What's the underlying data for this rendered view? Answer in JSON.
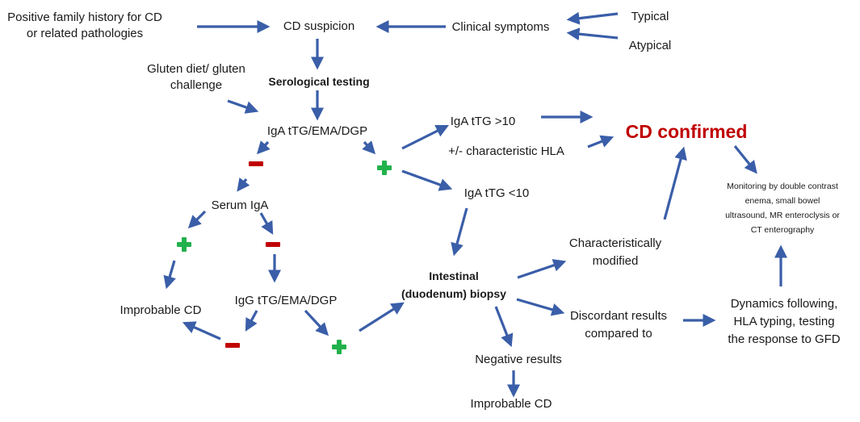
{
  "nodes": {
    "family_history": [
      "Positive family history for CD",
      "or related pathologies"
    ],
    "cd_suspicion": "CD suspicion",
    "clinical_symptoms": "Clinical symptoms",
    "typical": "Typical",
    "atypical": "Atypical",
    "gluten_diet": [
      "Gluten diet/  gluten",
      "challenge"
    ],
    "serological_testing": "Serological testing",
    "iga_ttg_ema_dgp": "IgA tTG/EMA/DGP",
    "iga_ttg_high": "IgA tTG >10",
    "characteristic_hla": "+/- characteristic HLA",
    "cd_confirmed": "CD confirmed",
    "iga_ttg_low": "IgA tTG <10",
    "serum_iga": "Serum IgA",
    "improbable_cd_left": "Improbable CD",
    "igg_ttg_ema_dgp": "IgG tTG/EMA/DGP",
    "intestinal_biopsy": [
      "Intestinal",
      "(duodenum) biopsy"
    ],
    "characteristically_modified": [
      "Characteristically",
      "modified"
    ],
    "discordant_results": [
      "Discordant results",
      "compared to"
    ],
    "negative_results": "Negative results",
    "improbable_cd_bottom": "Improbable CD",
    "dynamics_following": [
      "Dynamics following,",
      "HLA typing, testing",
      "the response to GFD"
    ],
    "monitoring": [
      "Monitoring by double contrast",
      "enema,  small bowel",
      "ultrasound, MR enteroclysis or",
      "CT enterography"
    ]
  },
  "colors": {
    "arrow": "#3a5ea8",
    "arrow_outline": "#2c4a86",
    "plus": "#22b14c",
    "minus": "#c00000",
    "confirmed_text": "#c00000"
  }
}
